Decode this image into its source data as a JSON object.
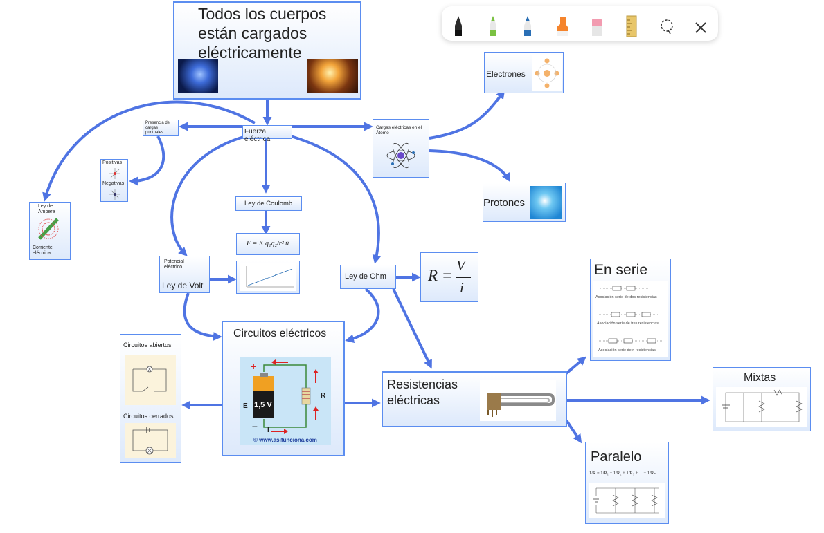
{
  "toolbar": {
    "tools": [
      "pen-black",
      "pen-green",
      "pen-blue",
      "highlighter-orange",
      "eraser",
      "ruler",
      "lasso",
      "close"
    ],
    "colors": {
      "black": "#1a1a1a",
      "green": "#7ac142",
      "blue": "#2a6fb5",
      "orange": "#f5842c",
      "pink": "#f29bb0",
      "ruler": "#e8c66a"
    }
  },
  "nodes": {
    "root": "Todos los cuerpos\nestán cargados\neléctricamente",
    "fuerza": "Fuerza eléctrica",
    "presencia": "Presencia de\ncargas\npuntuales",
    "positivas": "Positivas",
    "negativas": "Negativas",
    "ampere_title": "Ley de\nAmpere",
    "ampere_sub": "Corriente\neléctrica",
    "coulomb": "Ley de Coulomb",
    "coulomb_formula": "F = K q₁q₂/r² ū",
    "cargas_atomo": "Cargas eléctricas en el\nÁtomo",
    "electrones": "Electrones",
    "protones": "Protones",
    "potencial": "Potencial\neléctrico",
    "ley_volt": "Ley de Volt",
    "ley_ohm": "Ley de Ohm",
    "ohm_formula": {
      "lhs": "R =",
      "num": "V",
      "den": "i"
    },
    "circuitos": "Circuitos eléctricos",
    "battery_text": "1,5 V",
    "battery_e": "E",
    "battery_r": "R",
    "battery_i": "I",
    "battery_plus": "+",
    "battery_minus": "–",
    "battery_credit": "© www.asifunciona.com",
    "abiertos": "Circuitos abiertos",
    "cerrados": "Circuitos cerrados",
    "resistencias": "Resistencias\neléctricas",
    "en_serie": "En serie",
    "serie_cap1": "Asociación serie de dos resistencias",
    "serie_cap2": "Asociación serie de tres resistencias",
    "serie_cap3": "Asociación serie de n resistencias",
    "mixtas": "Mixtas",
    "paralelo": "Paralelo",
    "paralelo_formula": "1/R = 1/R₁ + 1/R₂ + 1/R₃ + ... + 1/Rₙ"
  },
  "colors": {
    "connector": "#4f74e3",
    "border": "#5b8df0"
  }
}
